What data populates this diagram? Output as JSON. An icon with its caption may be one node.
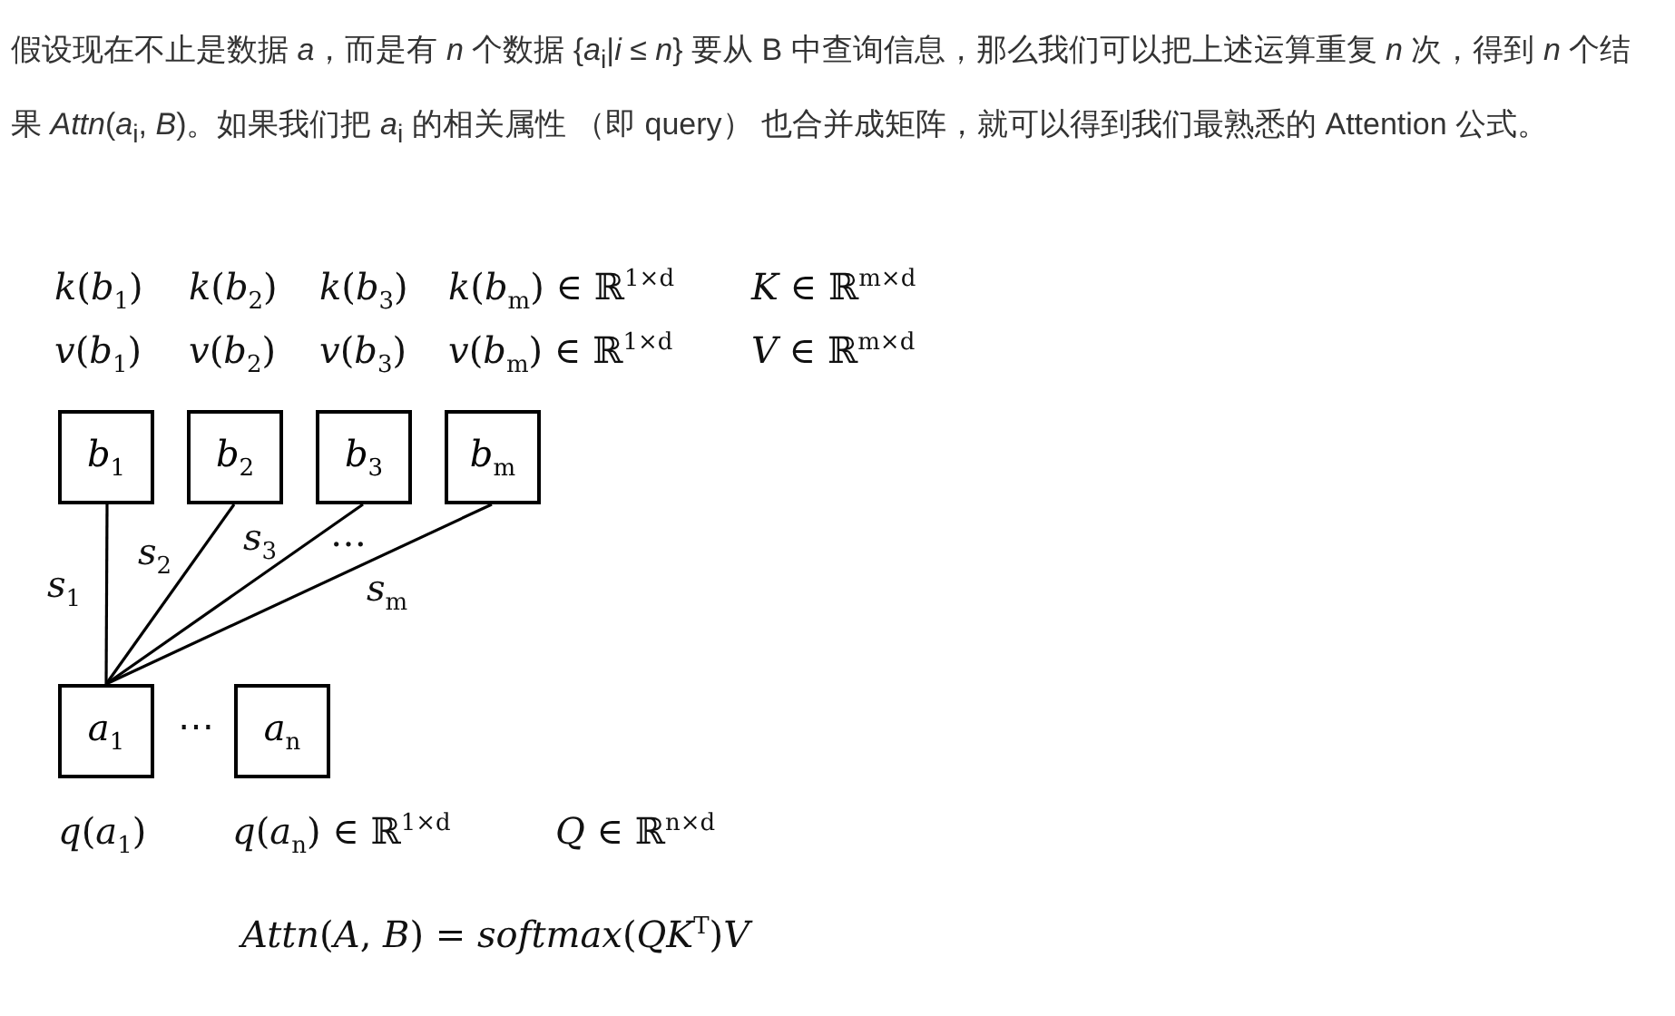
{
  "diagram": {
    "nodes": [
      {
        "text": [
          "*b*$_{1}$"
        ]
      },
      {
        "text": [
          "*b*$_{2}$"
        ]
      },
      {
        "text": [
          "*b*$_{3}$"
        ]
      },
      {
        "text": [
          "*b*$_{m}$"
        ]
      },
      {
        "text": [
          "*a*$_{1}$"
        ]
      },
      {
        "text": [
          "*a*$_{n}$"
        ]
      }
    ],
    "edges": [
      {
        "from": 0,
        "to": 4,
        "arrow": "none",
        "label": "*s*$_{1}$"
      },
      {
        "from": 1,
        "to": 4,
        "arrow": "none",
        "label": "*s*$_{2}$"
      },
      {
        "from": 2,
        "to": 4,
        "arrow": "none",
        "label": "*s*$_{3}$"
      },
      {
        "from": 3,
        "to": 4,
        "arrow": "none",
        "label": "*s*$_{m}$"
      }
    ],
    "labels": [
      "假设现在不止是数据 *a*，而是有 *n* 个数据 {*a*$_{i}$|*i* ≤ *n*} 要从 B 中查询信息，那么我们可以把上述运算重复 *n* 次，得到 *n* 个结果 *Attn*(*a*$_{i}$, *B*)。如果我们把 *a*$_{i}$ 的相关属性 （即 query） 也合并成矩阵，就可以得到我们最熟悉的 Attention 公式。",
      "*k*(*b*$_{1}$)",
      "*k*(*b*$_{2}$)",
      "*k*(*b*$_{3}$)",
      "*k*(*b*$_{m}$) ∈ ℝ$^{1×d}$",
      "*K* ∈ ℝ$^{m×d}$",
      "*v*(*b*$_{1}$)",
      "*v*(*b*$_{2}$)",
      "*v*(*b*$_{3}$)",
      "*v*(*b*$_{m}$) ∈ ℝ$^{1×d}$",
      "*V* ∈ ℝ$^{m×d}$",
      "…",
      "⋯",
      "*q*(*a*$_{1}$)",
      "*q*(*a*$_{n}$) ∈ ℝ$^{1×d}$",
      "*Q* ∈ ℝ$^{n×d}$",
      "*Attn*(*A*, *B*) = *softmax*(*QK*$^{T}$)*V*"
    ]
  }
}
